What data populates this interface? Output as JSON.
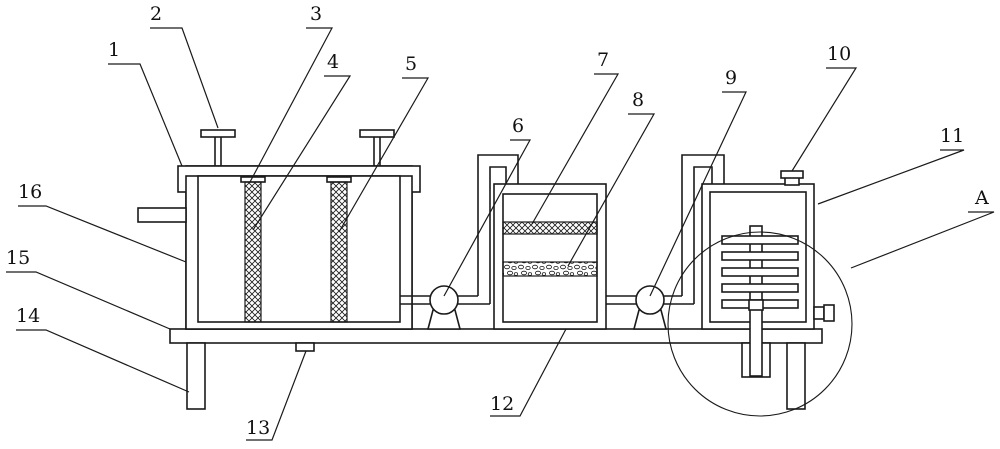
{
  "labels": {
    "l1": "1",
    "l2": "2",
    "l3": "3",
    "l4": "4",
    "l5": "5",
    "l6": "6",
    "l7": "7",
    "l8": "8",
    "l9": "9",
    "l10": "10",
    "l11": "11",
    "lA": "A",
    "l12": "12",
    "l13": "13",
    "l14": "14",
    "l15": "15",
    "l16": "16"
  }
}
